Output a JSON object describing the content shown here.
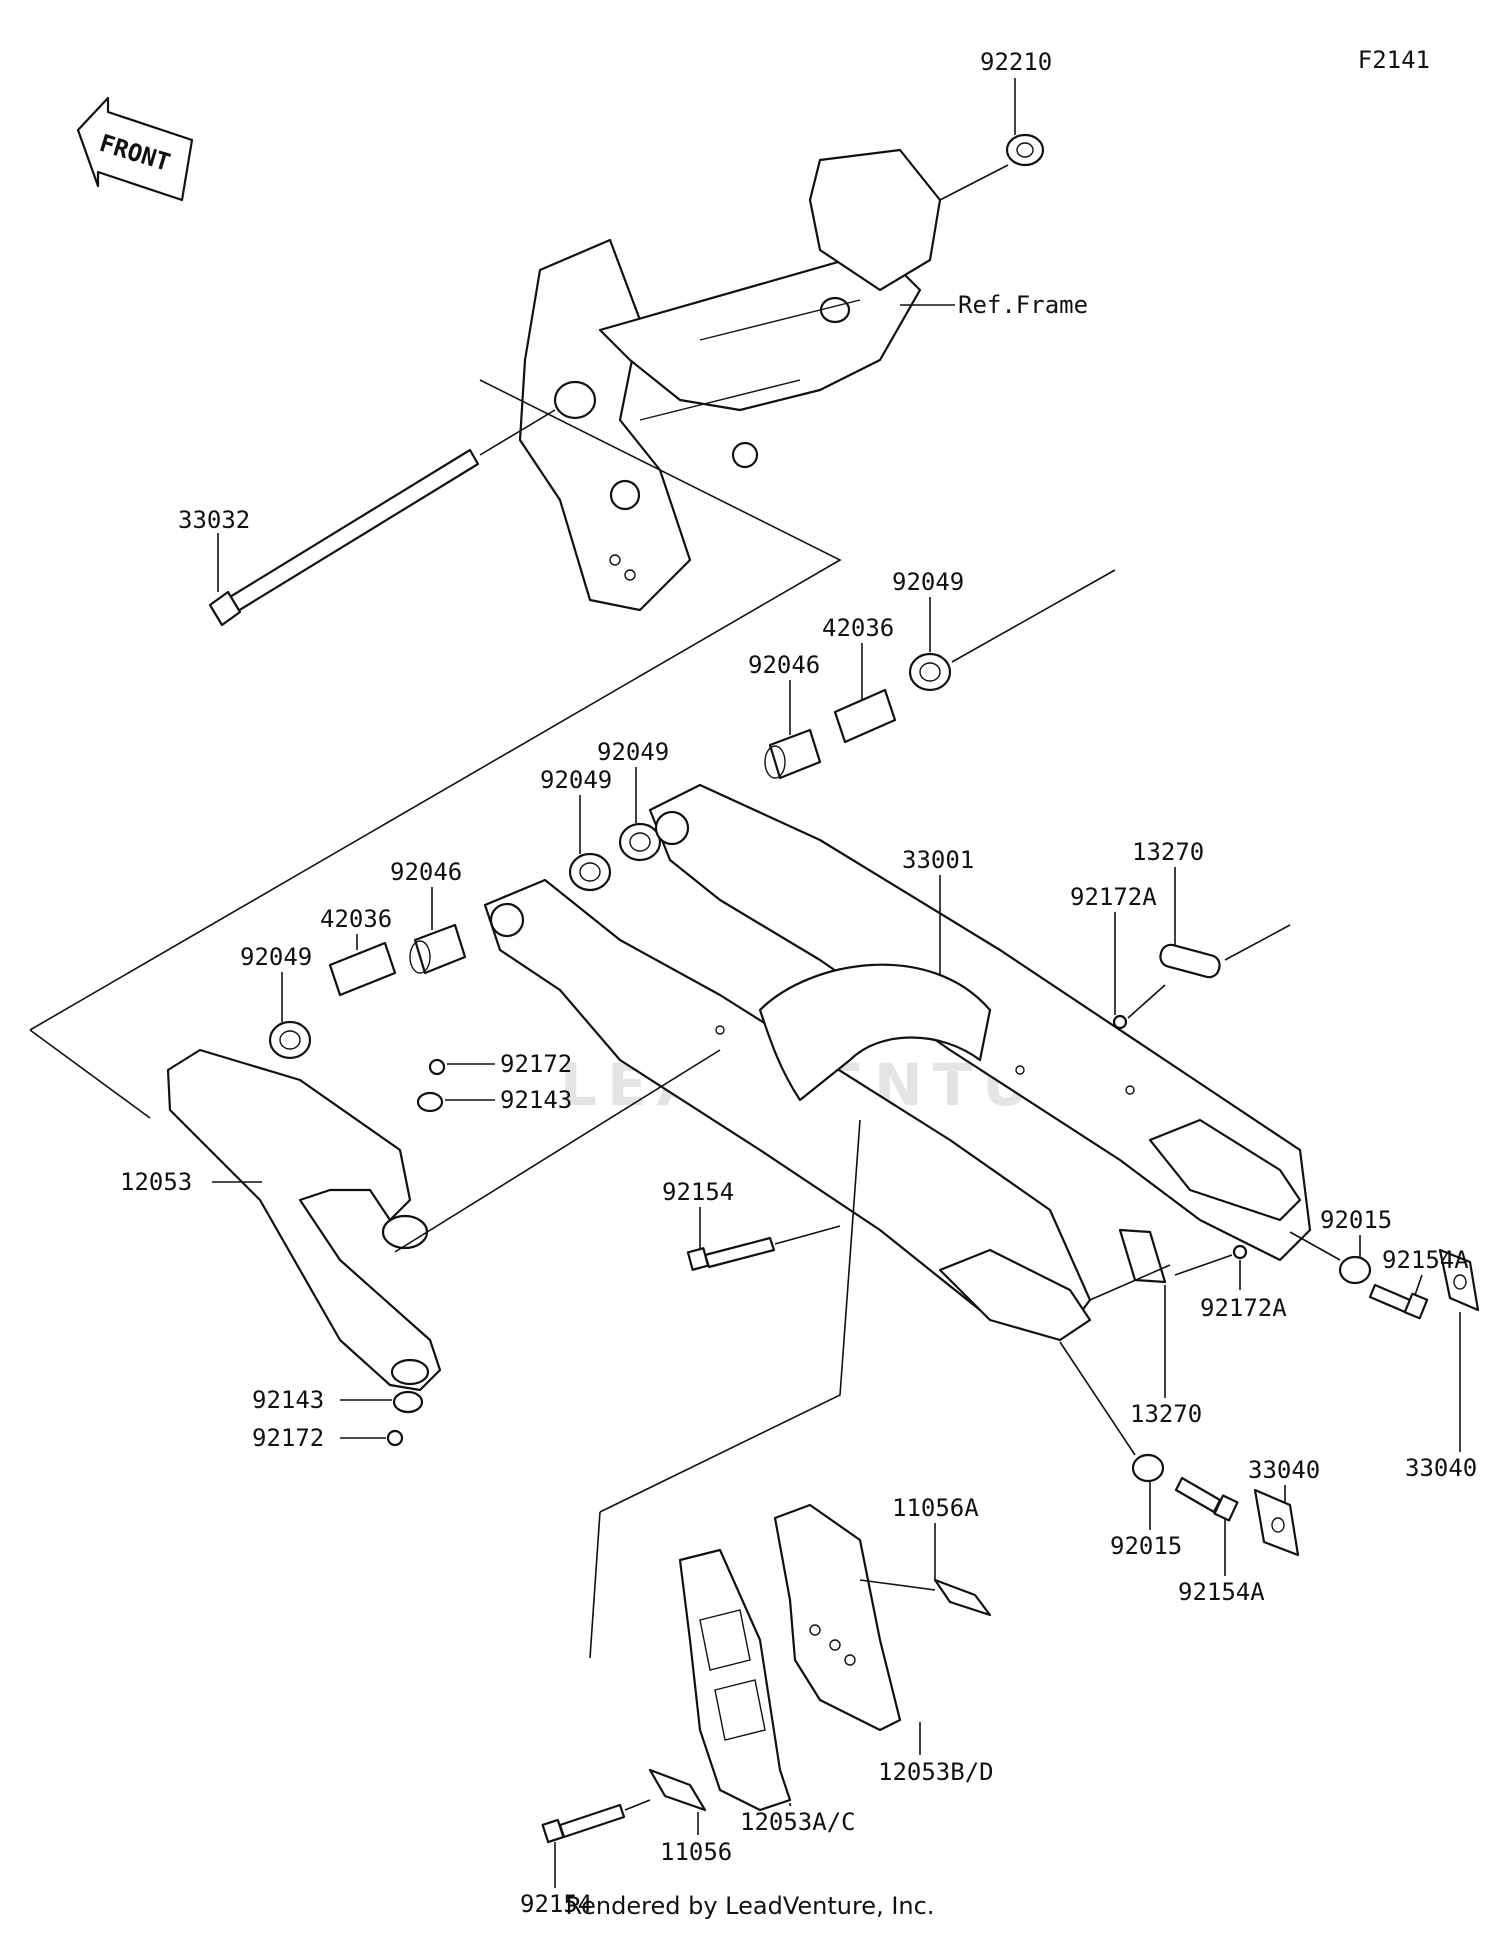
{
  "diagram_code": "F2141",
  "front_arrow_label": "FRONT",
  "ref_frame_label": "Ref.Frame",
  "watermark": "LEADVENTURE",
  "footer": "Rendered by LeadVenture, Inc.",
  "labels": {
    "p92210": "92210",
    "p33032": "33032",
    "p92049_top": "92049",
    "p42036_top": "42036",
    "p92046_top": "92046",
    "p92049_mid_r": "92049",
    "p92049_mid_l": "92049",
    "p92046_left": "92046",
    "p42036_left": "42036",
    "p92049_left": "92049",
    "p33001": "33001",
    "p13270_top": "13270",
    "p92172A_top": "92172A",
    "p92172_mid": "92172",
    "p92143_mid": "92143",
    "p12053": "12053",
    "p92015_right": "92015",
    "p92154A_right": "92154A",
    "p33040_right": "33040",
    "p92154_mid": "92154",
    "p92172A_low": "92172A",
    "p13270_low": "13270",
    "p92143_low": "92143",
    "p92172_low": "92172",
    "p92015_low": "92015",
    "p33040_low": "33040",
    "p92154A_low": "92154A",
    "p11056A": "11056A",
    "p12053BD": "12053B/D",
    "p11056": "11056",
    "p12053AC": "12053A/C",
    "p92154_bottom": "92154"
  }
}
